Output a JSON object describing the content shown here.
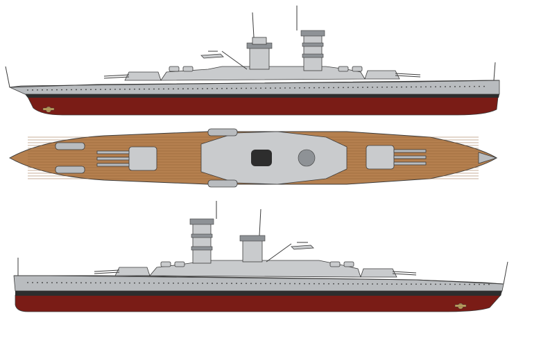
{
  "image": {
    "kind": "ship-profile-drawing",
    "views": [
      "starboard-profile",
      "plan-top-view",
      "port-profile"
    ]
  },
  "colors": {
    "hull_grey": "#b9bcbf",
    "hull_grey_dark": "#8e9296",
    "boot_topping": "#2d2d2d",
    "antifouling_red": "#7a1c16",
    "deck_wood": "#b5804f",
    "deck_wood_dark": "#8f5f35",
    "superstructure_grey": "#c9cbcd",
    "outline": "#3a3a3a",
    "propeller_bronze": "#c8a860"
  },
  "icons": {
    "main_turret": "turret-icon",
    "funnel_tower": "tower-icon",
    "mast": "mast-icon",
    "propeller": "propeller-icon",
    "floatplane": "aircraft-icon"
  }
}
